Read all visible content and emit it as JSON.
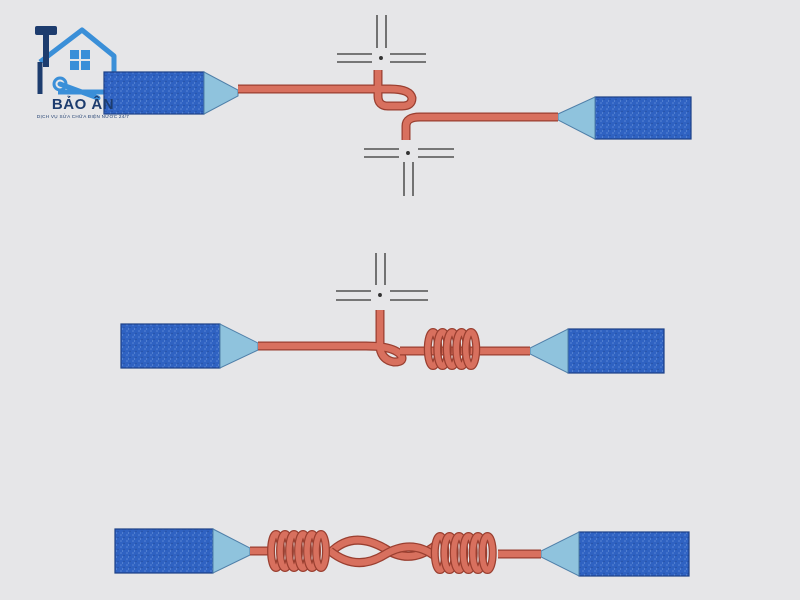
{
  "logo": {
    "name": "BẢO ÂN",
    "tagline": "DỊCH VỤ SỬA CHỮA ĐIỆN NƯỚC 24/7"
  },
  "colors": {
    "background": "#e6e6e8",
    "insulation": "#2f62c2",
    "insulation_taper": "#8fc3dd",
    "copper": "#d8705e",
    "copper_outline": "#9a3f30",
    "guide_lines": "#333333",
    "logo": "#1d3c6e",
    "logo_accent": "#3a8fd8"
  },
  "steps": [
    {
      "stage": "cross-wires"
    },
    {
      "stage": "first-wrap"
    },
    {
      "stage": "completed-joint"
    }
  ]
}
